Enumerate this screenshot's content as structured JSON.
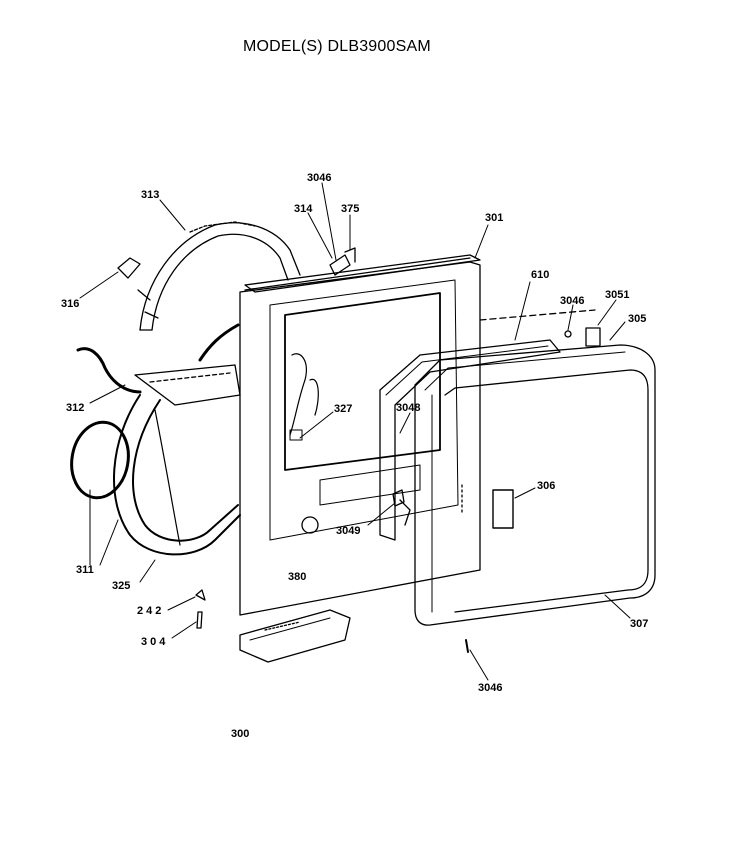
{
  "title": "MODEL(S) DLB3900SAM",
  "diagram_id": "300",
  "callouts": {
    "c3046_top": "3046",
    "c313": "313",
    "c314": "314",
    "c375": "375",
    "c301": "301",
    "c610": "610",
    "c3046_right": "3046",
    "c3051": "3051",
    "c305": "305",
    "c316": "316",
    "c312": "312",
    "c327": "327",
    "c3048": "3048",
    "c306": "306",
    "c3049": "3049",
    "c311": "311",
    "c325": "325",
    "c380": "380",
    "c242": "242",
    "c304": "304",
    "c307": "307",
    "c3046_bottom": "3046"
  }
}
